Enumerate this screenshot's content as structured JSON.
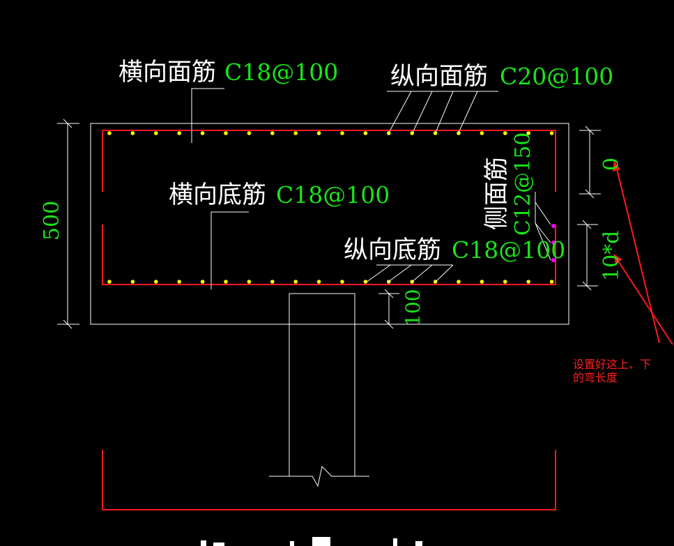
{
  "labels": {
    "top_transverse_name": "横向面筋",
    "top_transverse_spec": "C18@100",
    "top_longitudinal_name": "纵向面筋",
    "top_longitudinal_spec": "C20@100",
    "bottom_transverse_name": "横向底筋",
    "bottom_transverse_spec": "C18@100",
    "bottom_longitudinal_name": "纵向底筋",
    "bottom_longitudinal_spec": "C18@100",
    "side_bar_name": "侧面筋",
    "side_bar_spec": "C12@150"
  },
  "dimensions": {
    "total_height": "500",
    "bottom_offset": "100",
    "top_bend": "0",
    "bottom_bend": "10*d"
  },
  "annotation": {
    "line1": "设置好这上、下",
    "line2": "的弯长度"
  },
  "colors": {
    "background": "#000000",
    "outline": "#ffffff",
    "rebar": "#ff1a1a",
    "bar_dot": "#ffff00",
    "side_dot": "#ff00ff",
    "dimension_text": "#19e619",
    "annotation": "#ff2020"
  }
}
